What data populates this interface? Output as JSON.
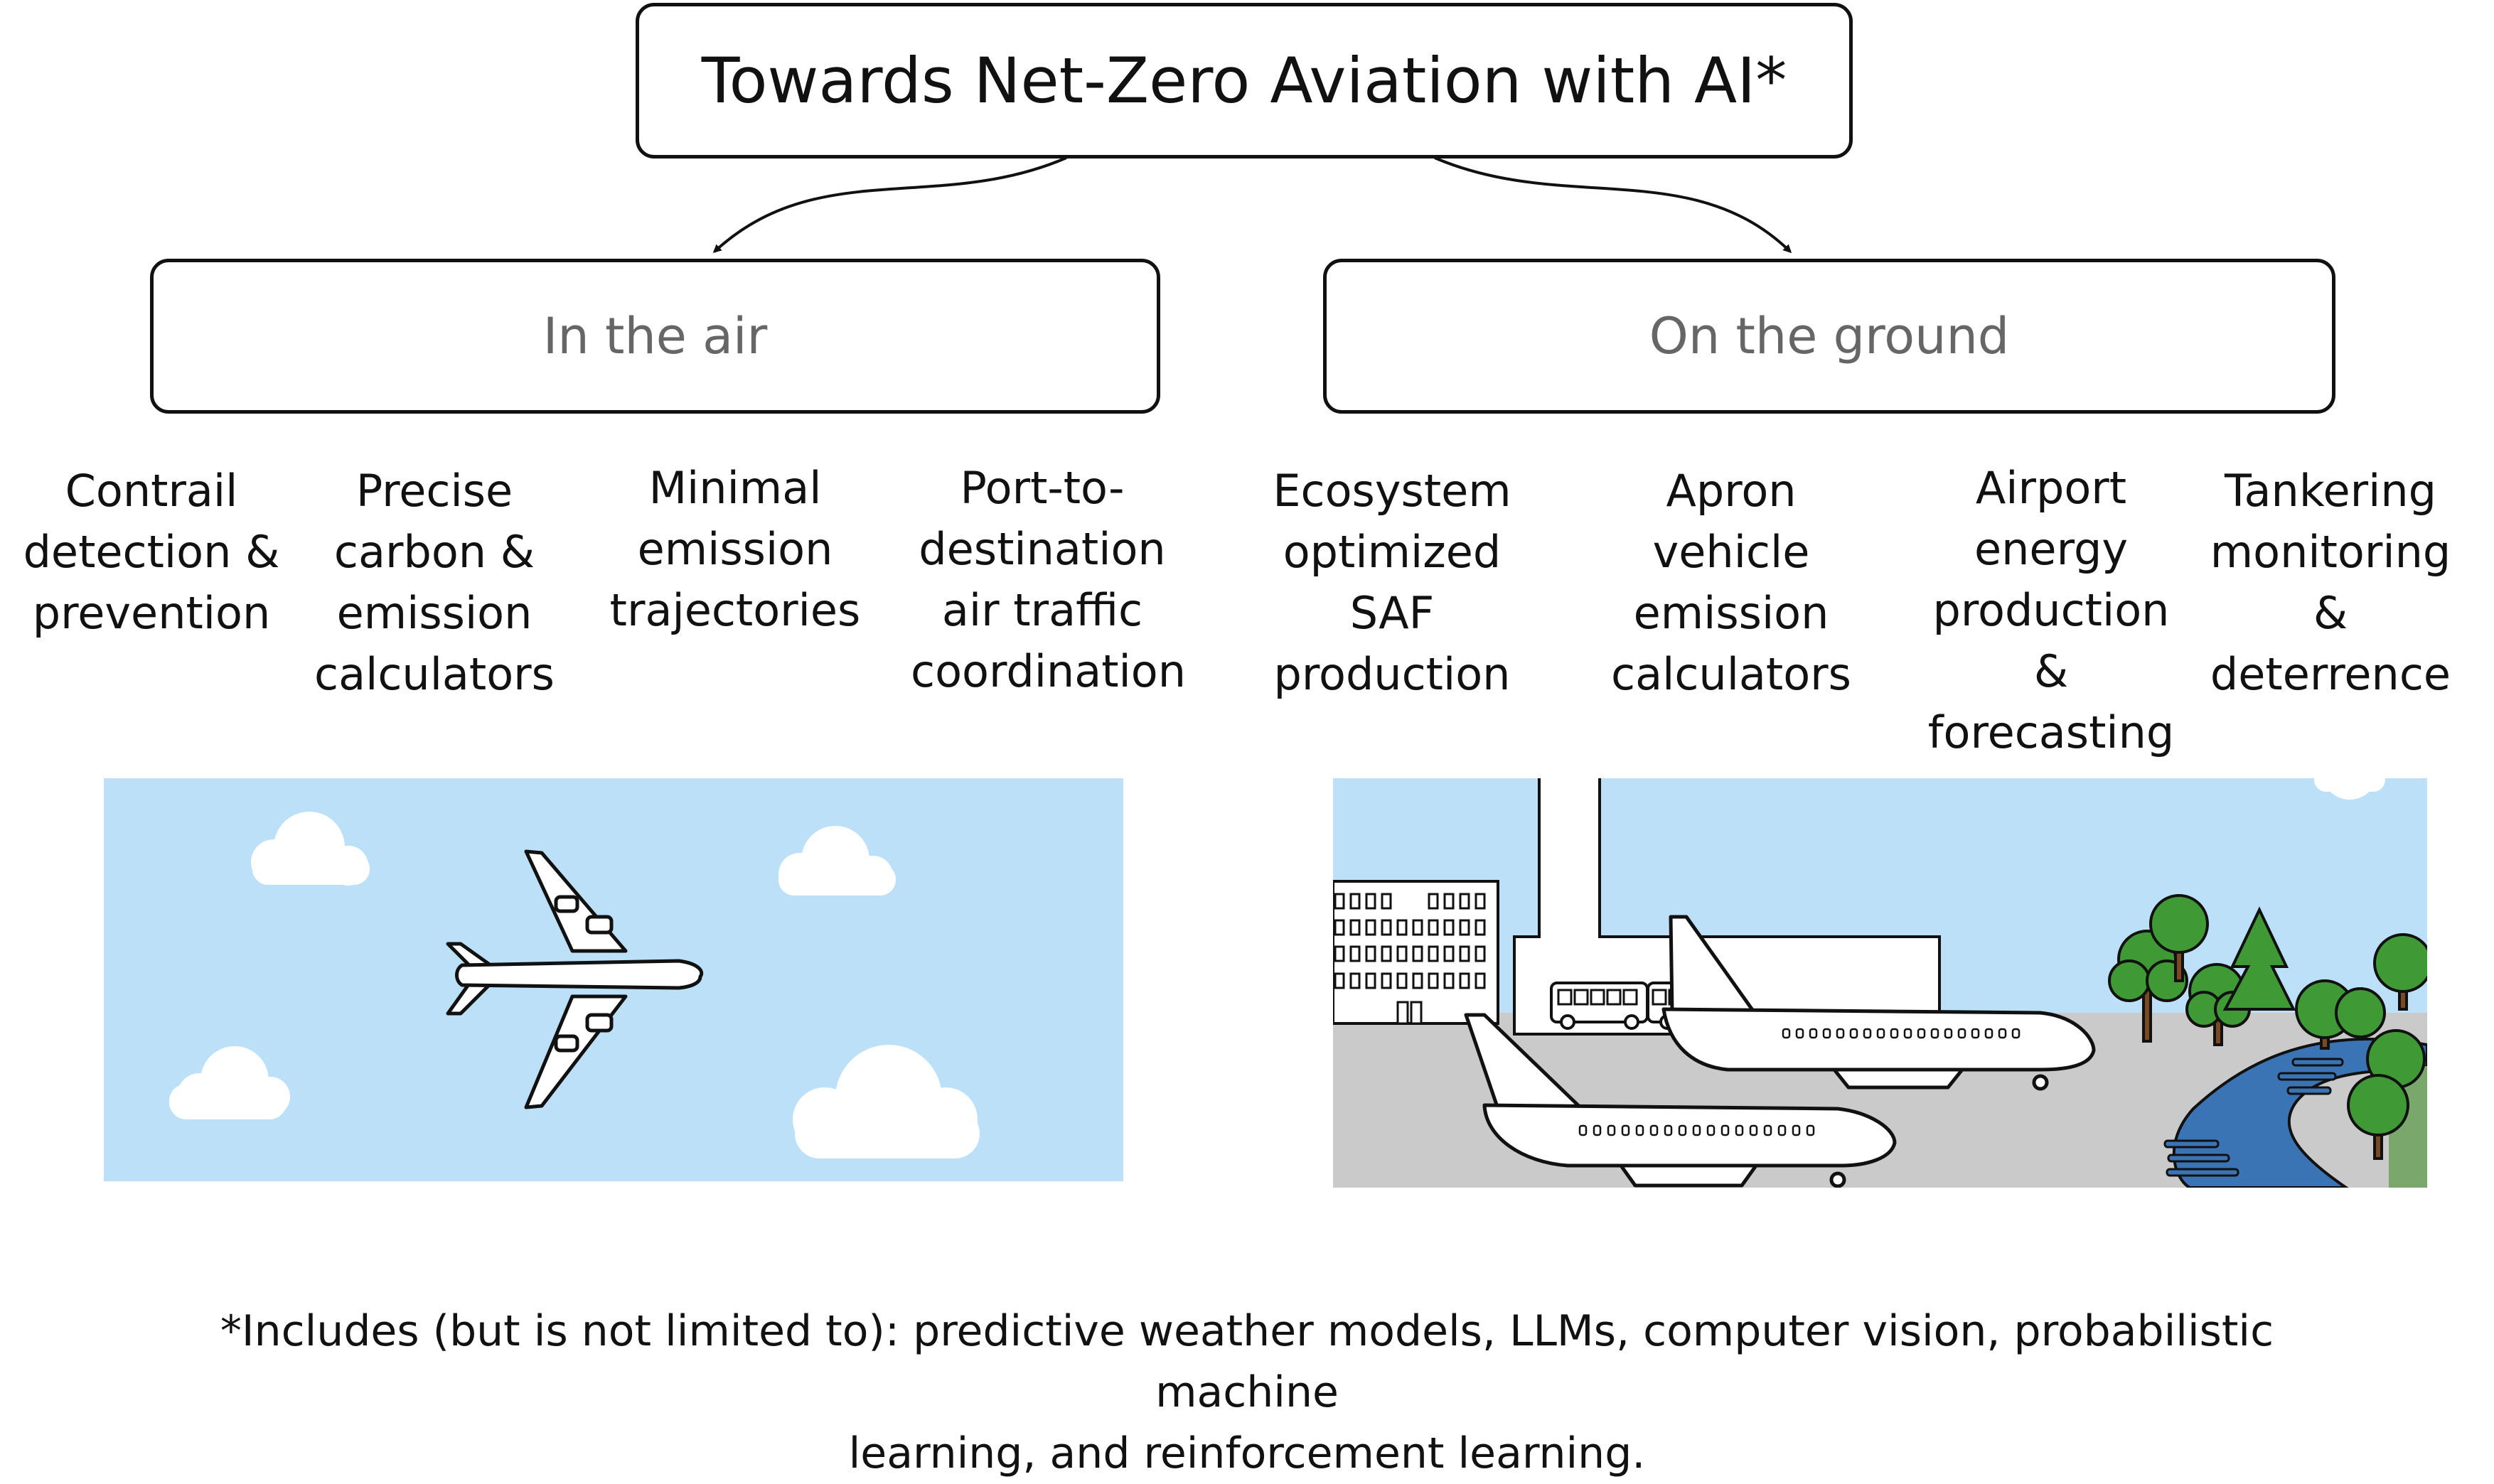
{
  "title": "Towards Net-Zero Aviation with AI*",
  "categories": {
    "air": "In the air",
    "ground": "On the ground"
  },
  "air_items": [
    [
      "Contrail",
      "detection &",
      "prevention"
    ],
    [
      "Precise",
      "carbon &",
      "emission",
      "calculators"
    ],
    [
      "Minimal",
      "emission",
      "trajectories"
    ],
    [
      "Port-to-",
      "destination",
      "air traffic",
      "coordination"
    ]
  ],
  "ground_items": [
    [
      "Ecosystem",
      "optimized SAF",
      "production"
    ],
    [
      "Apron",
      "vehicle",
      "emission",
      "calculators"
    ],
    [
      "Airport",
      "energy",
      "production",
      "&",
      "forecasting"
    ],
    [
      "Tankering",
      "monitoring &",
      "deterrence"
    ]
  ],
  "footnote": {
    "line1": "*Includes (but is not limited to): predictive weather models, LLMs, computer vision, probabilistic machine",
    "line2": "learning, and reinforcement learning."
  },
  "colors": {
    "sky": "#bde0f9",
    "cloud": "#ffffff",
    "tarmac": "#cacaca",
    "river": "#3a74b5",
    "tree": "#3f9a35",
    "grass": "#7aa86a",
    "outline": "#111111"
  },
  "icons": {
    "air_scene": "airplane-in-sky",
    "ground_scene": "airport-with-planes-bus-trees-river"
  }
}
